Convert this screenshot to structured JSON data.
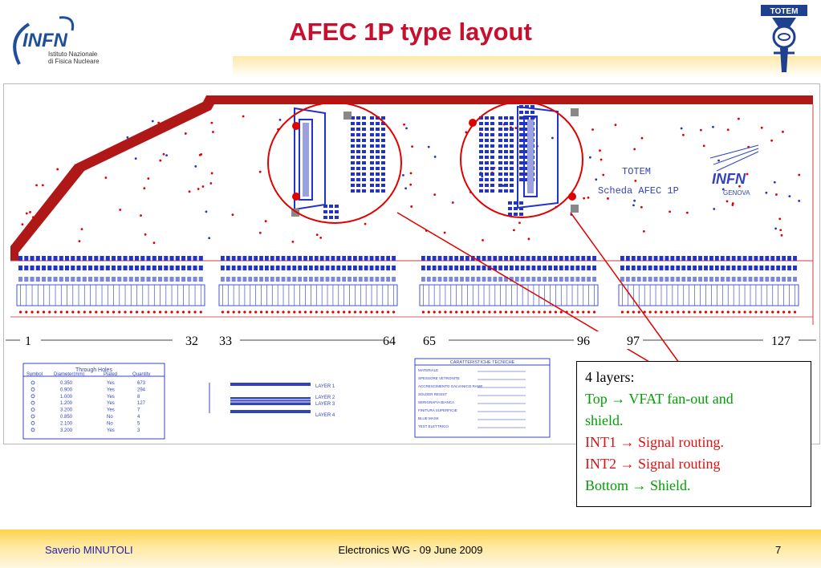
{
  "slide": {
    "title": "AFEC 1P type layout"
  },
  "logos": {
    "infn_letters": "INFN",
    "infn_line1": "Istituto Nazionale",
    "infn_line2": "di Fisica Nucleare",
    "totem": "TOTEM"
  },
  "pcb": {
    "silk_totem": "TOTEM",
    "silk_board": "Scheda AFEC 1P",
    "silk_infn": "INFN",
    "silk_genova": "GENOVA",
    "channel_labels": [
      "1",
      "32",
      "33",
      "64",
      "65",
      "96",
      "97",
      "127"
    ],
    "holes_table": {
      "title": "Through Holes",
      "headers": [
        "Symbol",
        "Diameter(mm)",
        "Plated",
        "Quantity"
      ],
      "rows": [
        [
          "0.350",
          "Yes",
          "673"
        ],
        [
          "0.900",
          "Yes",
          "294"
        ],
        [
          "1.000",
          "Yes",
          "8"
        ],
        [
          "1.200",
          "Yes",
          "127"
        ],
        [
          "3.200",
          "Yes",
          "7"
        ],
        [
          "0.850",
          "No",
          "4"
        ],
        [
          "2.100",
          "No",
          "5"
        ],
        [
          "3.200",
          "Yes",
          "3"
        ]
      ]
    },
    "stackup": {
      "layers": [
        "LAYER 1",
        "LAYER 2",
        "LAYER 3",
        "LAYER 4"
      ]
    },
    "specs": {
      "title": "CARATTERISTICHE TECNICHE",
      "rows": [
        "MATERIALE",
        "SPESSORE VETRONITE",
        "ACCRESCIMENTO GALVANICO RAME",
        "SOLDER RESIST",
        "SERIGRAFIA BIANCA",
        "FINITURA SUPERFICIE",
        "BLUE MASK",
        "TEST ELETTRICO"
      ]
    }
  },
  "info_box": {
    "line1": "4 layers:",
    "line2": "Top → VFAT fan-out and",
    "line3": "shield.",
    "line4": "INT1 → Signal routing.",
    "line5": "INT2 → Signal routing",
    "line6": "Bottom → Shield."
  },
  "footer": {
    "author_first": "Saverio",
    "author_last": "MINUTOLI",
    "center": "Electronics WG - 09 June 2009",
    "page": "7"
  },
  "colors": {
    "title": "#c8102e",
    "board_outline": "#b01818",
    "pads": "#2233cc",
    "highlight": "#e00000",
    "info_green": "#00a000",
    "info_red": "#e01010",
    "footer_author": "#2020b0"
  }
}
